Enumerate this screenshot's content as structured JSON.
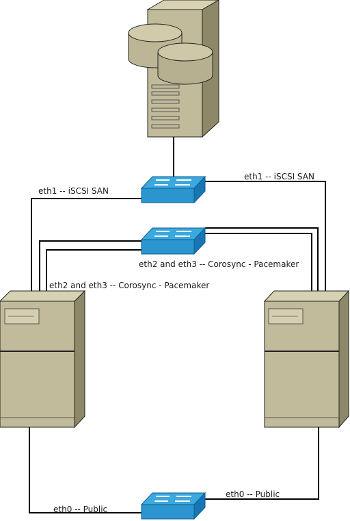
{
  "labels": {
    "iscsi_left": "eth1 -- iSCSI SAN",
    "iscsi_right": "eth1 -- iSCSI SAN",
    "corosync_right": "eth2 and eth3 -- Corosync - Pacemaker",
    "corosync_left": "eth2 and eth3 -- Corosync - Pacemaker",
    "public_left": "eth0 -- Public",
    "public_right": "eth0 -- Public"
  },
  "colors": {
    "server_body": "#c2bb9b",
    "server_side": "#8d8868",
    "server_dark": "#6f6a52",
    "switch_top": "#3ba9dd",
    "switch_side": "#1776b4",
    "cable": "#000000"
  }
}
